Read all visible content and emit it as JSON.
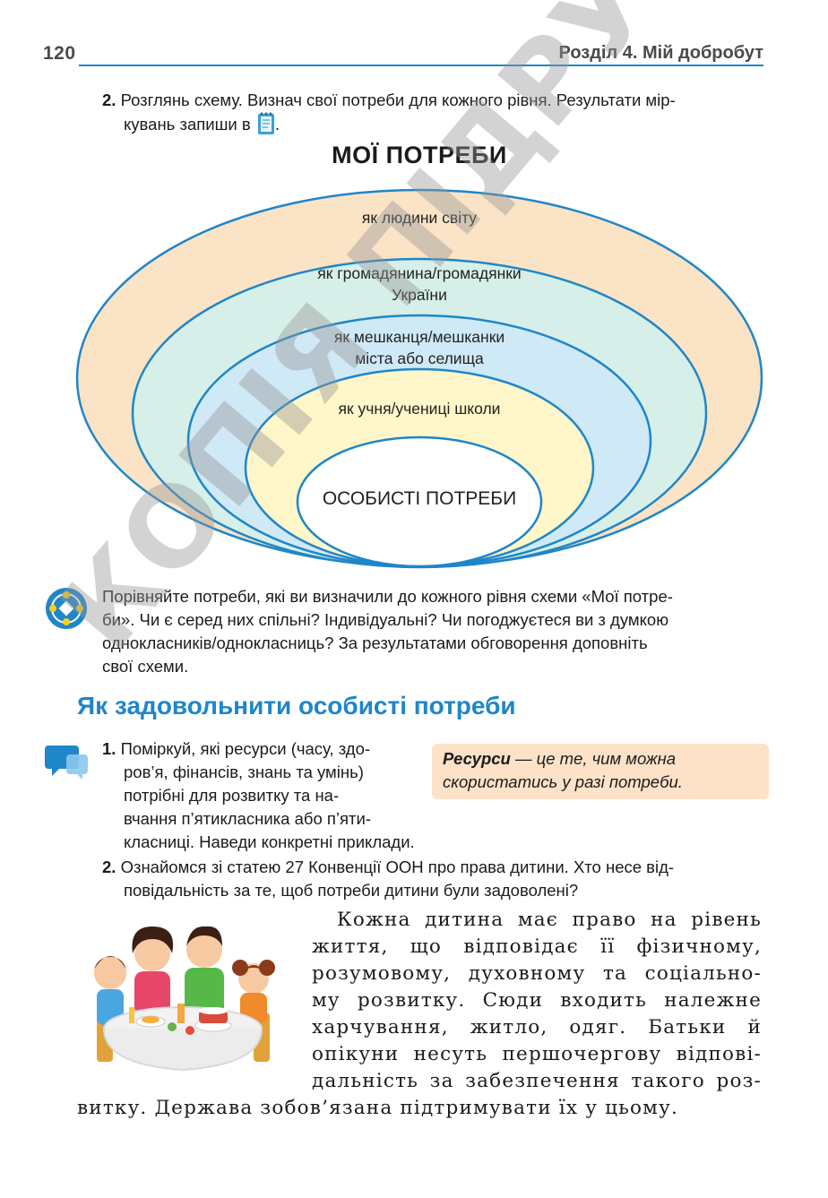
{
  "header": {
    "page_number": "120",
    "section": "Розділ 4. Мій добробут"
  },
  "task2": {
    "number": "2.",
    "line1": "Розглянь схему. Визнач свої потреби для кожного рівня. Результати мір-",
    "line2": "кувань запиши в",
    "line2_end": "."
  },
  "diagram": {
    "title": "МОЇ ПОТРЕБИ",
    "levels": [
      {
        "line1": "як людини світу",
        "line2": "",
        "color": "#fbe3c6"
      },
      {
        "line1": "як громадянина/громадянки",
        "line2": "України",
        "color": "#d6efe8"
      },
      {
        "line1": "як мешканця/мешканки",
        "line2": "міста або селища",
        "color": "#cfe9f6"
      },
      {
        "line1": "як учня/учениці школи",
        "line2": "",
        "color": "#fff6c9"
      },
      {
        "line1": "ОСОБИСТІ ПОТРЕБИ",
        "line2": "",
        "color": "#ffffff"
      }
    ],
    "stroke_color": "#1f86c8"
  },
  "discussion": {
    "line1": "Порівняйте потреби, які ви визначили до кожного рівня схеми «Мої потре-",
    "line2": "би». Чи є серед них спільні? Індивідуальні? Чи погоджуєтеся ви з думкою",
    "line3": "однокласників/однокласниць? За результатами обговорення доповніть",
    "line4": "свої схеми."
  },
  "section_heading": "Як задовольнити особисті потреби",
  "task1": {
    "number": "1.",
    "lines": [
      "Поміркуй, які ресурси (часу, здо-",
      "ров’я, фінансів, знань та умінь)",
      "потрібні для розвитку та на-",
      "вчання п’ятикласника або п’яти-",
      "класниці. Наведи конкретні приклади."
    ]
  },
  "definition": {
    "term": "Ресурси",
    "rest_line1": " — це те, чим можна",
    "line2": "скористатись у разі потреби."
  },
  "task2b": {
    "number": "2.",
    "line1": "Ознайомся зі статею 27 Конвенції ООН про права дитини. Хто несе від-",
    "line2": "повідальність за те, щоб потреби дитини були задоволені?"
  },
  "article_text": {
    "lines": [
      "Кожна дитина має право на рівень",
      "життя, що відповідає її фізичному,",
      "розумовому, духовному та соціально-",
      "му розвитку. Сюди входить належне",
      "харчування, житло, одяг. Батьки й",
      "опікуни несуть першочергову відпові-",
      "дальність за забезпечення такого роз-"
    ],
    "last_line": "витку. Держава зобов’язана підтримувати їх у цьому."
  },
  "watermark": "КОПІЯ ПІДРУЧНИКІВ",
  "colors": {
    "accent_blue": "#1f86c8",
    "definition_bg": "#fde2c8"
  }
}
